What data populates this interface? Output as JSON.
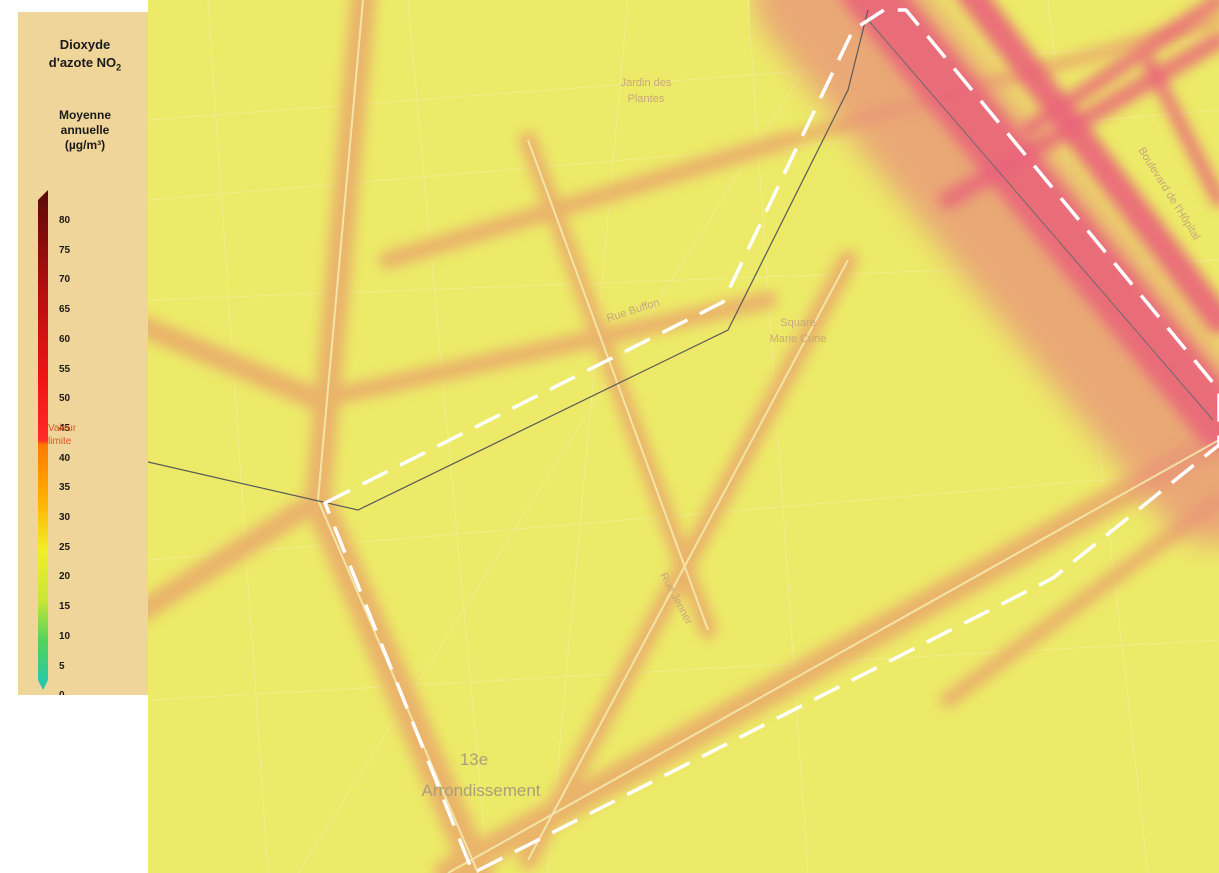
{
  "legend": {
    "title_line1": "Dioxyde",
    "title_line2": "d'azote NO",
    "title_sub": "2",
    "stat_line1": "Moyenne",
    "stat_line2": "annuelle",
    "stat_line3": "(µg/m³)",
    "ticks": [
      "80",
      "75",
      "70",
      "65",
      "60",
      "55",
      "50",
      "45",
      "40",
      "35",
      "30",
      "25",
      "20",
      "15",
      "10",
      "5",
      "0"
    ],
    "limit_line1": "Valeur",
    "limit_line2": "limite",
    "limit_value": 40,
    "colors": [
      "#5a0a0a",
      "#8a0d0d",
      "#b30f0f",
      "#d51010",
      "#f01515",
      "#ff2a2a",
      "#ff7a00",
      "#ffb000",
      "#f2ee2a",
      "#c9e636",
      "#55d35a",
      "#1fc6b4"
    ]
  },
  "map": {
    "place_labels": [
      {
        "text": "Jardin des",
        "sub": "Plantes"
      },
      {
        "text": "Square",
        "sub": "Marie Curie"
      },
      {
        "text": "Boulevard de l'Hôpital"
      },
      {
        "text": "Rue Buffon"
      },
      {
        "text": "Rue Jenner"
      }
    ],
    "district_line1": "13e",
    "district_line2": "Arrondissement"
  }
}
